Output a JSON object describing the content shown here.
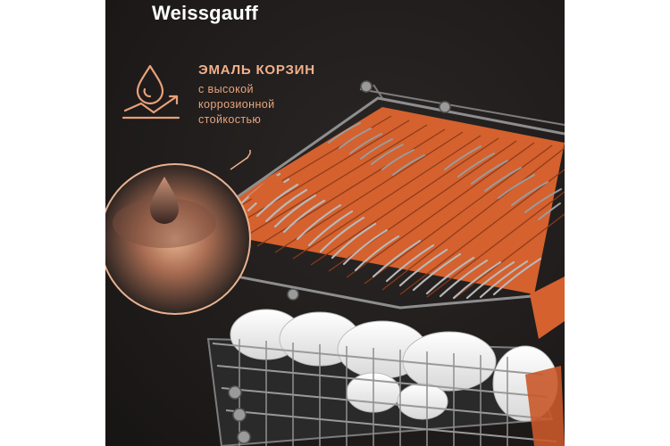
{
  "brand": {
    "name": "Weissgauff"
  },
  "feature": {
    "icon": "water-drop-resistance-icon",
    "title": "ЭМАЛЬ КОРЗИН",
    "subtitle_lines": [
      "с высокой",
      "коррозионной",
      "стойкостью"
    ]
  },
  "colors": {
    "background": "#1f1c1b",
    "accent": "#e8a07a",
    "basket_orange": "#e2632e",
    "rack_metal": "#8a8a8a"
  }
}
